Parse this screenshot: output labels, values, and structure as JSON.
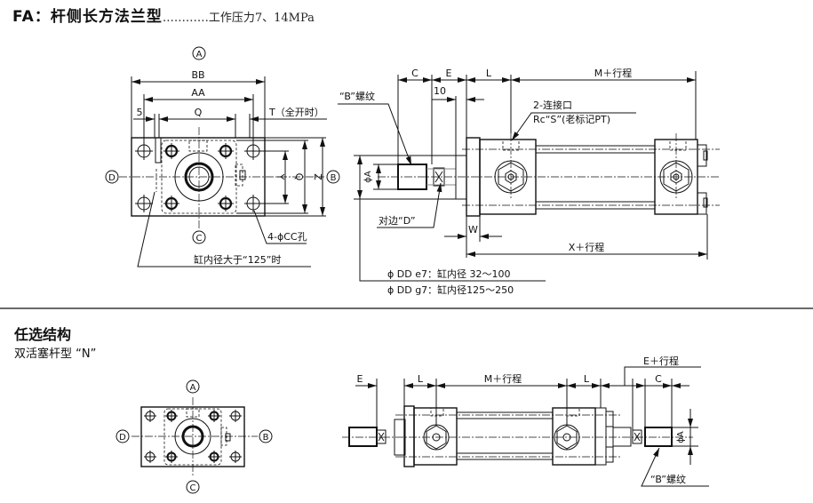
{
  "header": {
    "code": "FA",
    "separator": "：",
    "title": "杆侧长方法兰型",
    "leader": "…………",
    "pressure": "工作压力7、14MPa"
  },
  "front_view": {
    "view_markers": {
      "top": "A",
      "right": "B",
      "bottom": "C",
      "left": "D"
    },
    "dimensions": {
      "bb": "BB",
      "aa": "AA",
      "q_horizontal": "Q",
      "five": "5",
      "t_note": "T（全开时）",
      "y": "Y",
      "q_vertical": "Q",
      "z": "Z"
    },
    "hole_note": "4-ϕCC孔",
    "bore_note": "缸内径大于“125”时"
  },
  "side_view": {
    "dimensions": {
      "c": "C",
      "e": "E",
      "l": "L",
      "m_stroke": "M＋行程",
      "ten": "10",
      "phi_a": "ϕA",
      "w": "W",
      "x_stroke": "X＋行程"
    },
    "thread_note": "“B”螺纹",
    "port_note_line1": "2-连接口",
    "port_note_line2": "Rc“S”(老标记PT)",
    "flats_note": "对边“D”",
    "dd_e7": "ϕ DD e7：缸内径  32～100",
    "dd_g7": "ϕ DD g7：缸内径125～250"
  },
  "options": {
    "title": "任选结构",
    "subtitle": "双活塞杆型 “N”",
    "front_view_markers": {
      "top": "A",
      "right": "B",
      "bottom": "C",
      "left": "D"
    },
    "dimensions": {
      "e": "E",
      "l_left": "L",
      "m_stroke": "M＋行程",
      "l_right": "L",
      "e_stroke": "E＋行程",
      "c": "C",
      "phi_a": "ϕA"
    },
    "thread_note": "“B”螺纹"
  }
}
